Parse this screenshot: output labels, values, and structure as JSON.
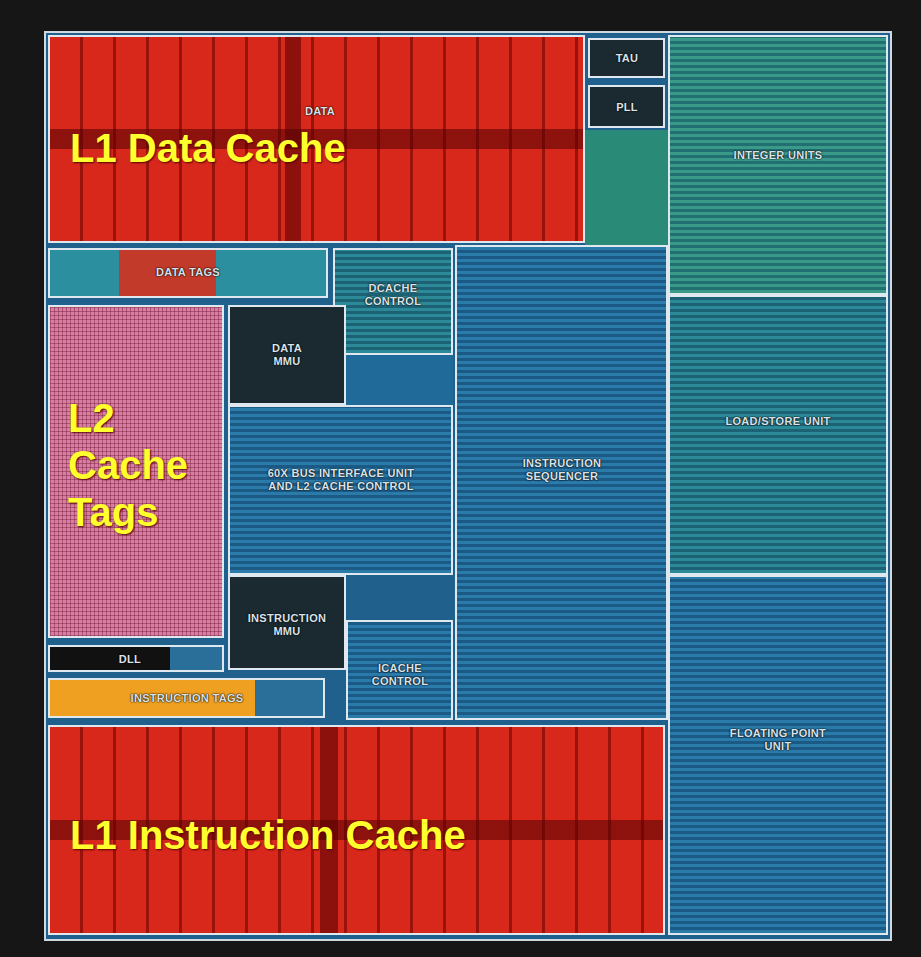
{
  "diagram": {
    "nodes": [
      {
        "text": [
          "DATA",
          "L1 Data Cache"
        ]
      },
      {
        "text": [
          "TAU"
        ]
      },
      {
        "text": [
          "PLL"
        ]
      },
      {
        "text": [
          "INTEGER UNITS"
        ]
      },
      {
        "text": [
          "DATA TAGS"
        ]
      },
      {
        "text": [
          "DCACHE CONTROL"
        ]
      },
      {
        "text": [
          "L2 Cache Tags"
        ]
      },
      {
        "text": [
          "DATA MMU"
        ]
      },
      {
        "text": [
          "60X BUS INTERFACE UNIT AND L2 CACHE CONTROL"
        ]
      },
      {
        "text": [
          "INSTRUCTION SEQUENCER"
        ]
      },
      {
        "text": [
          "LOAD/STORE UNIT"
        ]
      },
      {
        "text": [
          "INSTRUCTION MMU"
        ]
      },
      {
        "text": [
          "ICACHE CONTROL"
        ]
      },
      {
        "text": [
          "DLL"
        ]
      },
      {
        "text": [
          "INSTRUCTION TAGS"
        ]
      },
      {
        "text": [
          "L1 Instruction Cache"
        ]
      },
      {
        "text": [
          "FLOATING POINT UNIT"
        ]
      }
    ]
  }
}
